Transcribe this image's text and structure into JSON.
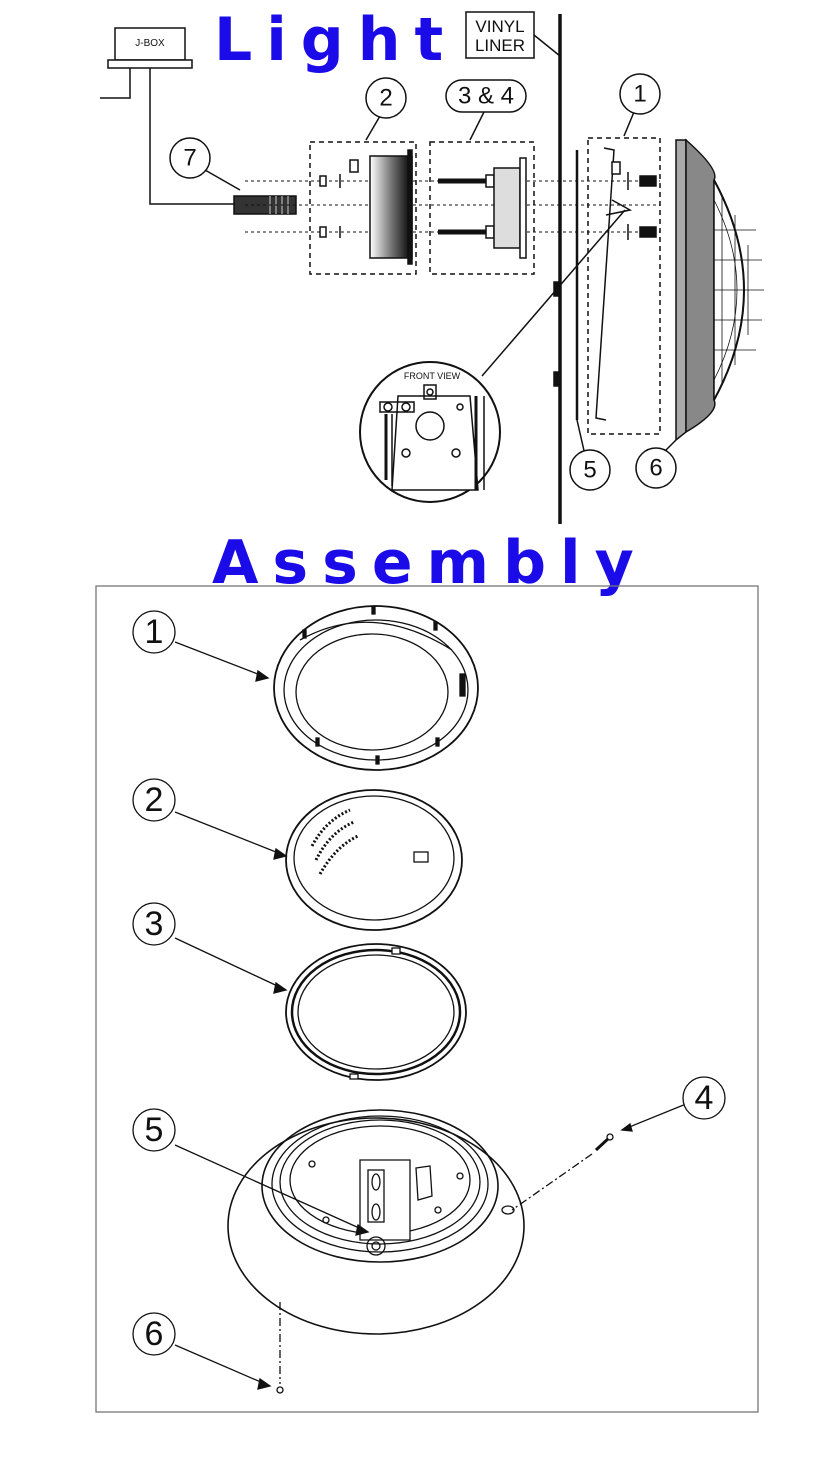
{
  "titles": {
    "top": "Light",
    "bottom": "Assembly"
  },
  "exploded_view": {
    "jbox_label": "J-BOX",
    "vinyl_liner_label": [
      "VINYL",
      "LINER"
    ],
    "front_view_label": "FRONT VIEW",
    "callouts": {
      "ring": "1",
      "niche": "2",
      "bracket": "3 & 4",
      "gasket": "5",
      "lamp": "6",
      "cord": "7"
    }
  },
  "assembly_view": {
    "callouts": {
      "ring": "1",
      "lens": "2",
      "gasket": "3",
      "screw": "4",
      "clamp": "5",
      "pilot_screw": "6"
    }
  },
  "colors": {
    "title": "#1a0be8",
    "line": "#111111"
  }
}
